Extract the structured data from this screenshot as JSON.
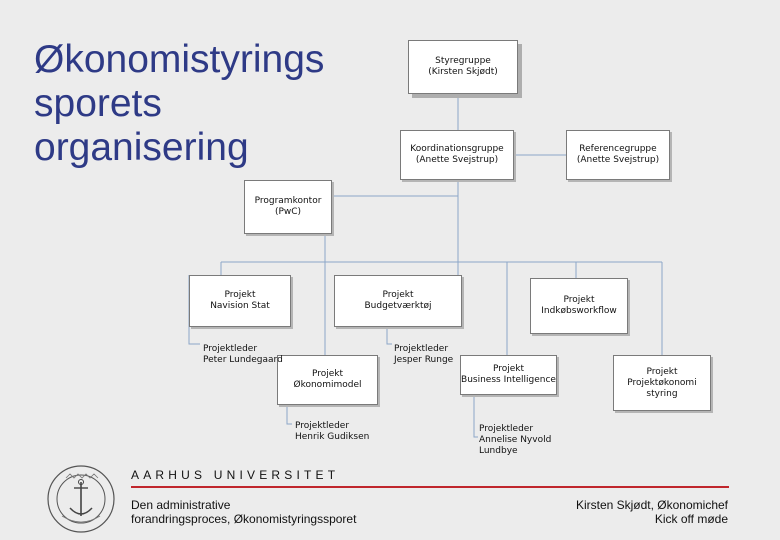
{
  "slide": {
    "title_lines": [
      "Økonomistyrings",
      "sporets",
      "organisering"
    ]
  },
  "boxes": {
    "styregruppe": "Styregruppe\n(Kirsten Skjødt)",
    "koordination": "Koordinationsgruppe\n(Anette Svejstrup)",
    "reference": "Referencegruppe\n(Anette Svejstrup)",
    "programkontor": "Programkontor\n(PwC)",
    "navision": "Projekt\nNavision Stat",
    "budget": "Projekt\nBudgetværktøj",
    "indkoeb": "Projekt\nIndkøbsworkflow",
    "oekonomimodel": "Projekt\nØkonomimodel",
    "bi": "Projekt\nBusiness Intelligence",
    "projektoekonomi": "Projekt\nProjektøkonomi\nstyring"
  },
  "leaders": {
    "navision": "Projektleder\nPeter Lundegaard",
    "budget": "Projektleder\nJesper Runge",
    "oekonomimodel": "Projektleder\nHenrik Gudiksen",
    "bi": "Projektleder\nAnnelise Nyvold\nLundbye"
  },
  "footer": {
    "university": "AARHUS UNIVERSITET",
    "left_text": "Den administrative\nforandringsproces, Økonomistyringssporet",
    "right_text": "Kirsten Skjødt, Økonomichef\nKick off møde"
  },
  "colors": {
    "title": "#2e3a86",
    "connector": "#8ca6c8",
    "accent_line": "#c0262c"
  }
}
